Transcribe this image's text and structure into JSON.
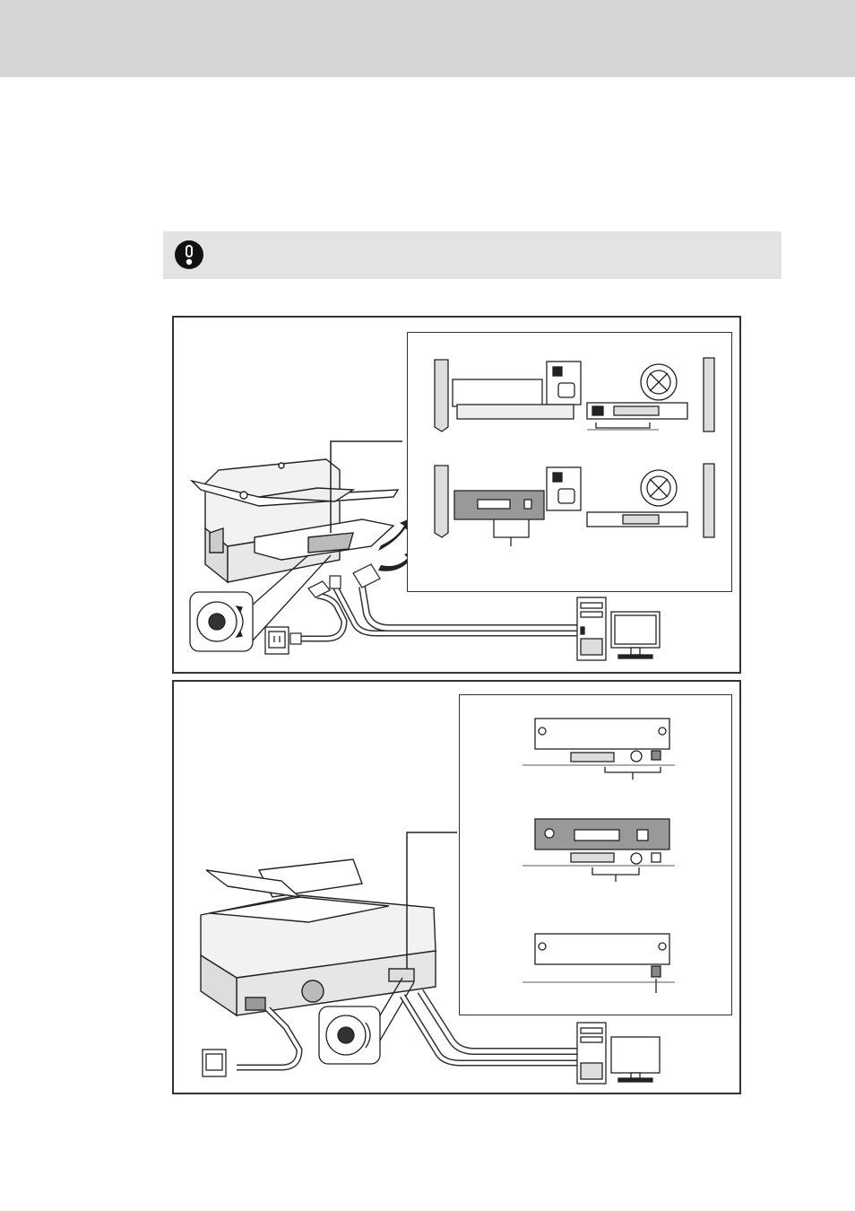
{
  "page": {
    "header_band": "",
    "note": {
      "icon": "important-exclamation-icon",
      "text": ""
    }
  },
  "figures": [
    {
      "name": "connection-diagram-top-feed-scanner",
      "inset_views": [
        "rear-panel-standard",
        "rear-panel-with-option-board"
      ],
      "parts": [
        "scanner",
        "scsi-id-dial",
        "power-outlet",
        "power-cable",
        "interface-cable",
        "computer",
        "monitor"
      ]
    },
    {
      "name": "connection-diagram-flatbed-scanner",
      "inset_views": [
        "rear-panel-standard",
        "rear-panel-with-option-board",
        "rear-panel-usb-only"
      ],
      "parts": [
        "scanner",
        "scsi-id-dial",
        "power-outlet",
        "power-cable",
        "interface-cable",
        "computer",
        "monitor"
      ]
    }
  ]
}
